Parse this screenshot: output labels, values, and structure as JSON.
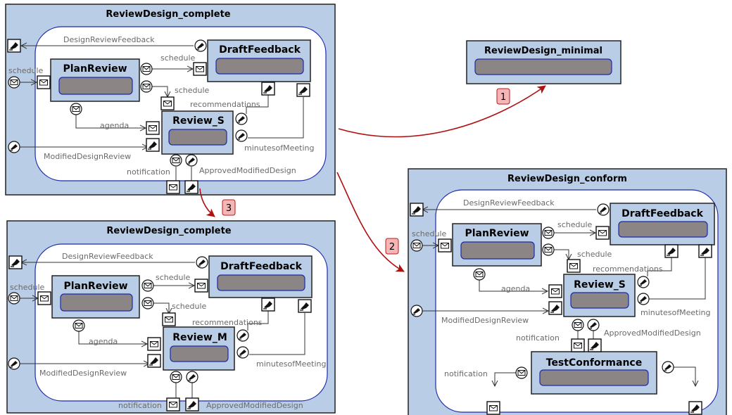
{
  "diagrams": {
    "top_left": {
      "title": "ReviewDesign_complete",
      "components": {
        "draft": "DraftFeedback",
        "plan": "PlanReview",
        "review": "Review_S"
      },
      "labels": {
        "design_review_feedback": "DesignReviewFeedback",
        "schedule_in": "schedule",
        "schedule_draft": "schedule",
        "schedule_review": "schedule",
        "recommendations": "recommendations",
        "agenda": "agenda",
        "minutes": "minutesofMeeting",
        "modified": "ModifiedDesignReview",
        "notification": "notification",
        "approved": "ApprovedModifiedDesign"
      }
    },
    "bottom_left": {
      "title": "ReviewDesign_complete",
      "components": {
        "draft": "DraftFeedback",
        "plan": "PlanReview",
        "review": "Review_M"
      },
      "labels": {
        "design_review_feedback": "DesignReviewFeedback",
        "schedule_in": "schedule",
        "schedule_draft": "schedule",
        "schedule_review": "schedule",
        "recommendations": "recommendations",
        "agenda": "agenda",
        "minutes": "minutesofMeeting",
        "modified": "ModifiedDesignReview",
        "notification": "notification",
        "approved": "ApprovedModifiedDesign"
      }
    },
    "minimal": {
      "title": "ReviewDesign_minimal"
    },
    "conform": {
      "title": "ReviewDesign_conform",
      "components": {
        "draft": "DraftFeedback",
        "plan": "PlanReview",
        "review": "Review_S",
        "test": "TestConformance"
      },
      "labels": {
        "design_review_feedback": "DesignReviewFeedback",
        "schedule_in": "schedule",
        "schedule_draft": "schedule",
        "schedule_review": "schedule",
        "recommendations": "recommendations",
        "agenda": "agenda",
        "minutes": "minutesofMeeting",
        "modified": "ModifiedDesignReview",
        "notification_review": "notification",
        "approved": "ApprovedModifiedDesign",
        "notification_test": "notification"
      }
    }
  },
  "transitions": [
    {
      "badge": "1"
    },
    {
      "badge": "2"
    },
    {
      "badge": "3"
    }
  ],
  "colors": {
    "container_fill": "#bacde6",
    "slot_fill": "#8c8585",
    "inner_stroke": "#1b2aa8",
    "arrow": "#b01010",
    "badge_fill": "#f4b6b6"
  },
  "icons": [
    "envelope-icon",
    "pen-icon"
  ]
}
